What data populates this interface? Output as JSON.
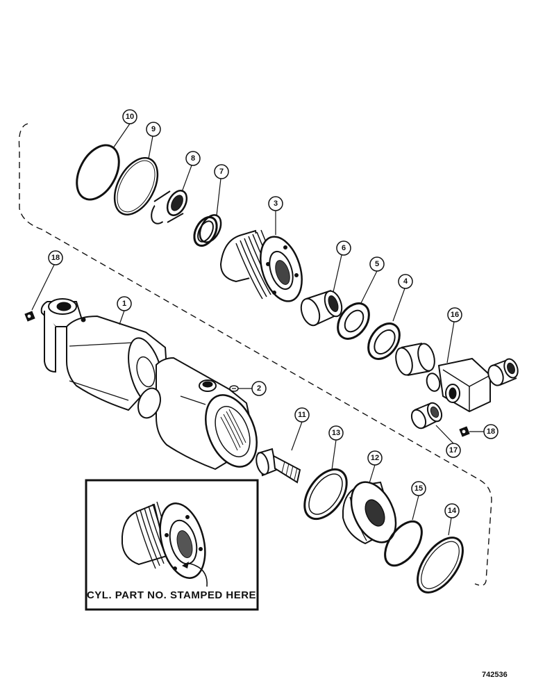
{
  "callouts": [
    "1",
    "2",
    "3",
    "4",
    "5",
    "6",
    "7",
    "8",
    "9",
    "10",
    "11",
    "12",
    "13",
    "14",
    "15",
    "16",
    "17",
    "18"
  ],
  "inset": {
    "caption": "CYL. PART NO. STAMPED HERE"
  },
  "figure_number": "742536"
}
